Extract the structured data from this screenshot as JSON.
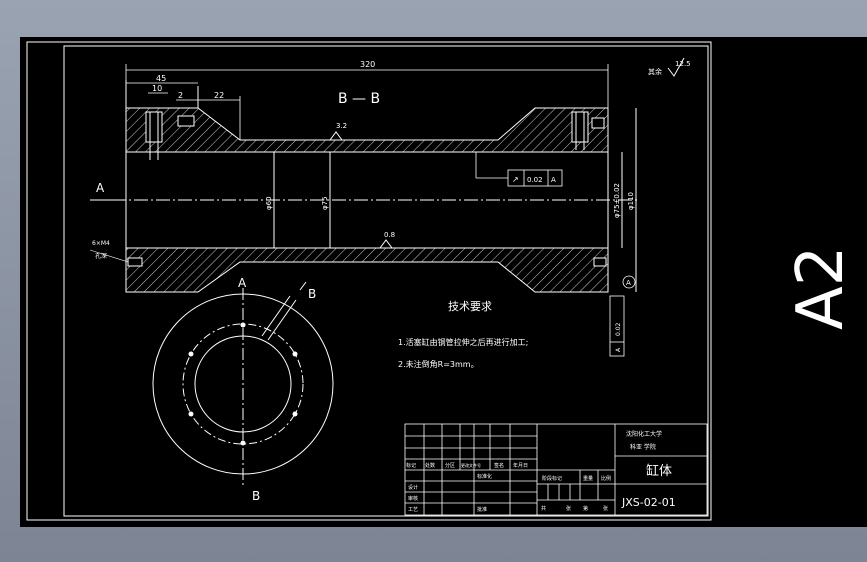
{
  "sheet": {
    "size_label": "A2",
    "colors": {
      "background": "#000000",
      "lines": "#ffffff",
      "viewport_frame": "#9aa3b2"
    }
  },
  "section": {
    "title": "B — B",
    "view_arrow_label": "A",
    "surface_finish_top": "3.2",
    "surface_finish_bottom": "0.8"
  },
  "dimensions": {
    "overall_length": "320",
    "flange_width": "45",
    "counterbore": "10",
    "step": "2",
    "taper_length": "22",
    "dia_bore_left": "φ60",
    "dia_bore_mid": "φ75",
    "dia_bore_right": "φ75±0.02",
    "dia_outer": "φ110",
    "thread_note_top": "6×M4",
    "thread_note_bottom": "孔深"
  },
  "tolerance": {
    "top_frame_symbol": "↗",
    "top_frame_value": "0.02",
    "top_frame_datum": "A",
    "side_frame_value": "0.02",
    "side_frame_datum": "A",
    "datum_bubble": "A"
  },
  "roughness": {
    "other_label": "其余",
    "other_value": "12.5"
  },
  "front_view": {
    "label_top": "A",
    "label_bottom": "B",
    "label_cut": "B"
  },
  "tech_requirements": {
    "title": "技术要求",
    "line1": "1.活塞缸由钢管拉伸之后再进行加工;",
    "line2": "2.未注倒角R=3mm。"
  },
  "title_block": {
    "school": "沈阳化工大学",
    "dept": "科亚 学院",
    "part_name": "缸体",
    "drawing_no": "JXS-02-01",
    "rev_headers": [
      "标记",
      "处数",
      "分区",
      "更改文件号",
      "签名",
      "年月日"
    ],
    "roles": [
      "设计",
      "审核",
      "工艺"
    ],
    "role_extra": [
      "标准化",
      "批准"
    ],
    "stage_headers": [
      "阶段标记",
      "重量",
      "比例"
    ],
    "sheet_info": [
      "共",
      "张",
      "第",
      "张"
    ]
  }
}
